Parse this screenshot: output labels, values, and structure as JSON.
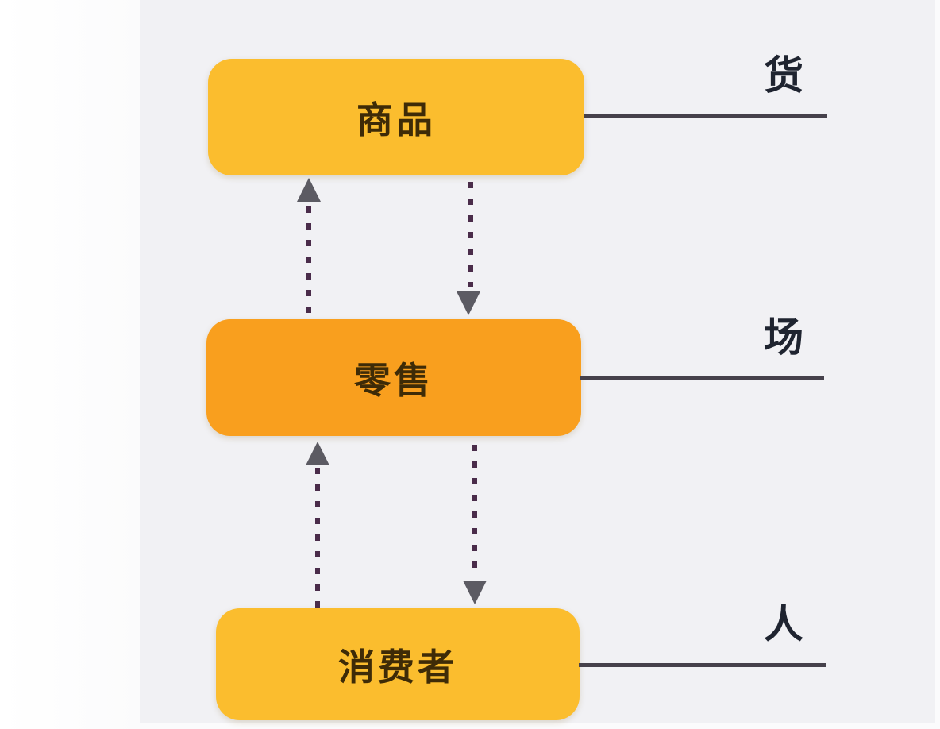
{
  "page": {
    "background": "#fdfdfe",
    "panel_background": "#f1f1f4"
  },
  "diagram": {
    "type": "flow",
    "nodes": [
      {
        "id": "goods",
        "label": "商品",
        "color": "#fbbd2e",
        "text_color": "#3e2b07"
      },
      {
        "id": "retail",
        "label": "零售",
        "color": "#f99f1e",
        "text_color": "#3e2b07"
      },
      {
        "id": "consumer",
        "label": "消费者",
        "color": "#fbbd2e",
        "text_color": "#3e2b07"
      }
    ],
    "side_labels": [
      {
        "id": "huo",
        "label": "货",
        "linked_node": "goods"
      },
      {
        "id": "chang",
        "label": "场",
        "linked_node": "retail"
      },
      {
        "id": "ren",
        "label": "人",
        "linked_node": "consumer"
      }
    ],
    "arrows": [
      {
        "from": "retail",
        "to": "goods",
        "direction": "up",
        "style": "dashed"
      },
      {
        "from": "goods",
        "to": "retail",
        "direction": "down",
        "style": "dashed"
      },
      {
        "from": "consumer",
        "to": "retail",
        "direction": "up",
        "style": "dashed"
      },
      {
        "from": "retail",
        "to": "consumer",
        "direction": "down",
        "style": "dashed"
      }
    ],
    "colors": {
      "arrow_head": "#5c5b63",
      "arrow_dash": "#4a2c4a",
      "connector_line": "#46414b",
      "side_label_text": "#1f2430"
    }
  }
}
